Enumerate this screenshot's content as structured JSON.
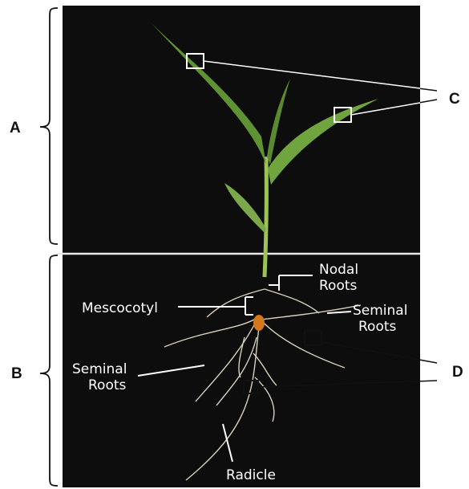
{
  "labels": {
    "a": "A",
    "b": "B",
    "c": "C",
    "d": "D",
    "nodal_roots_line1": "Nodal",
    "nodal_roots_line2": "Roots",
    "mescocotyl": "Mescocotyl",
    "seminal_right_line1": "Seminal",
    "seminal_right_line2": "Roots",
    "seminal_left_line1": "Seminal",
    "seminal_left_line2": "Roots",
    "radicle": "Radicle"
  },
  "colors": {
    "background": "#0d0d0d",
    "leaf": "#6b9a3a",
    "stem": "#9cc25a",
    "root": "#d8d0bc",
    "seed": "#d4781e",
    "soil_line": "#e8e8e8",
    "label_text": "#ffffff",
    "outer_text": "#111111"
  }
}
